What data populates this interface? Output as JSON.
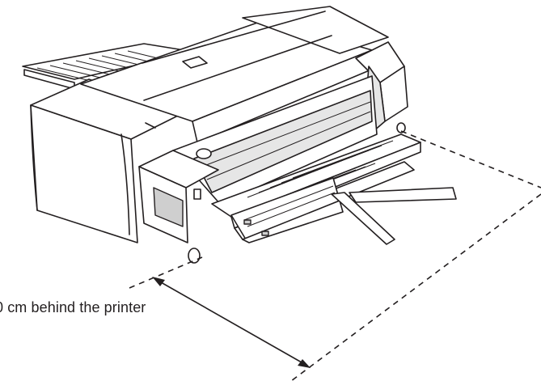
{
  "figure": {
    "caption": "0 cm behind the printer"
  },
  "icons": {
    "printer": "printer-illustration",
    "dimension_arrow": "double-headed-arrow"
  }
}
